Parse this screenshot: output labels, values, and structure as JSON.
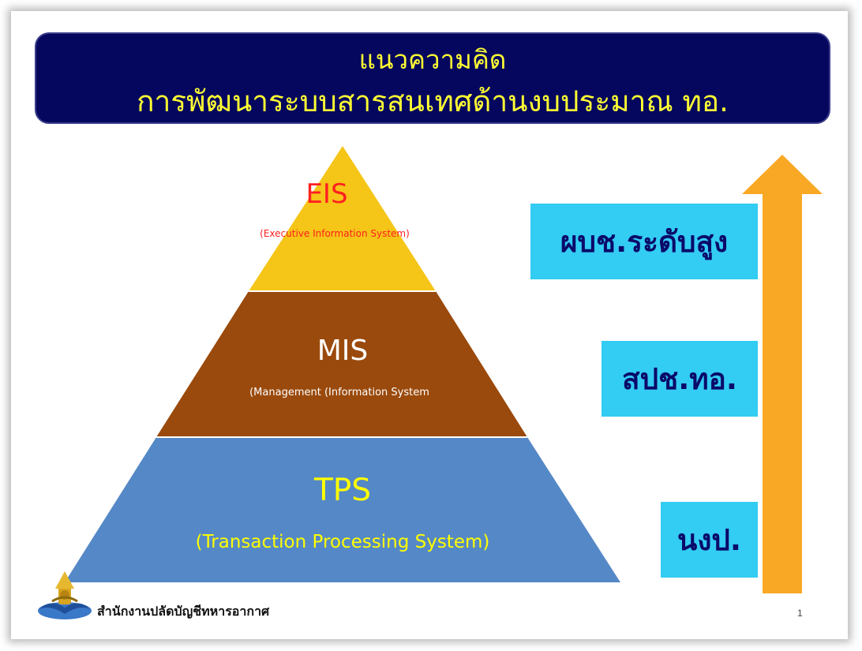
{
  "title": {
    "line1": "แนวความคิด",
    "line2": "การพัฒนาระบบสารสนเทศด้านงบประมาณ ทอ."
  },
  "pyramid": {
    "tiers": [
      {
        "name": "EIS",
        "full_name": "(Executive Information System)",
        "color": "#f5c518"
      },
      {
        "name": "MIS",
        "full_name": "(Management (Information System",
        "color": "#9a4a0c"
      },
      {
        "name": "TPS",
        "full_name": "(Transaction Processing System)",
        "color": "#5588c6"
      }
    ]
  },
  "levels": {
    "arrow_color": "#f9a825",
    "box_color": "#33ccf2",
    "items": [
      "ผบช.ระดับสูง",
      "สปช.ทอ.",
      "นงป."
    ]
  },
  "footer": {
    "organization": "สำนักงานปลัดบัญชีทหารอากาศ",
    "page_number": "1"
  }
}
